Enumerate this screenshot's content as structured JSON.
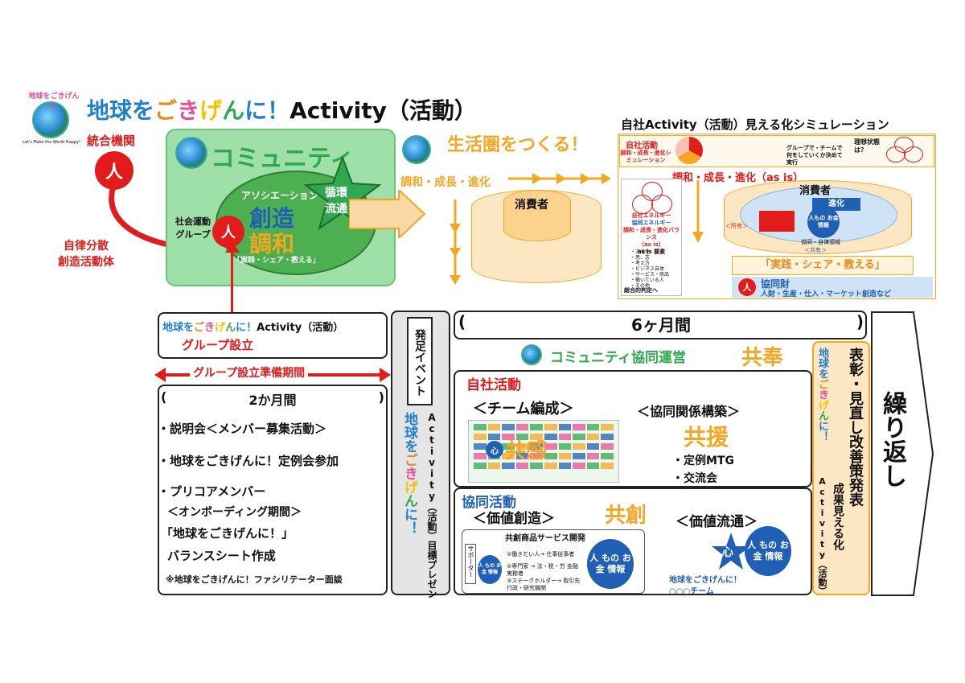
{
  "header": {
    "title_main": "地球をごきげんに！Activity（活動）",
    "title_chars": [
      "地",
      "球",
      "を",
      "ご",
      "き",
      "げ",
      "ん",
      "に",
      "！"
    ],
    "title_colors": [
      "#1f7fd4",
      "#1f7fd4",
      "#1f7fd4",
      "#e88a1a",
      "#e84f9a",
      "#f5c400",
      "#2fa84f",
      "#1f7fd4",
      "#1f7fd4"
    ],
    "title_suffix": "Activity（活動）",
    "logo_caption": "Let's Make the World Happy!",
    "logo_arc": "地球をごきげんに"
  },
  "top_left": {
    "integrated_org": "統合機関",
    "person_glyph": "人",
    "autonomous_line1": "自律分散",
    "autonomous_line2": "創造活動体",
    "community_title": "コミュニティ",
    "association": "アソシエーション",
    "souzou": "創造",
    "chouwa": "調和",
    "practice": "「実践・シェア・教える」",
    "social_group_line1": "社会運動",
    "social_group_line2": "グループ",
    "star_line1": "循環",
    "star_line2": "流通"
  },
  "top_middle": {
    "headline": "生活圏をつくる！",
    "growth": "調和・成長・進化",
    "consumer": "消費者"
  },
  "top_right": {
    "title": "自社Activity（活動）見える化シミュレーション",
    "self_activity": "自社活動",
    "sim_sub": "調和・成長・進化シミュレーション",
    "asis_banner": "調和・成長・進化（as is）",
    "consumer": "消費者",
    "energy": "自社エネルギー",
    "kyodo_energy": "協同エネルギー",
    "balance": "調和・成長・進化バランス",
    "asis": "（as is）",
    "asis_elements": "as is 要素",
    "element_list": [
      "・方向性",
      "・思、志",
      "・考え方",
      "・ビジネス自体",
      "・サービス・商品",
      "・働いている人",
      "・その他"
    ],
    "overall": "総合的判定へ",
    "practice": "「実践・シェア・教える」",
    "kyodo_zai": "協同財",
    "kyodo_zai_sub": "人財・生産・仕入・マーケット創造など",
    "ideal": "理想状態は？",
    "team_decide": "グループで・チームで何をしていくか決めて実行",
    "shinka": "進化",
    "mono": "人もの お金情報",
    "kyoudou_field": "協同・自律領域",
    "kyoyu": "＜共有＞",
    "shoyu": "＜所有＞"
  },
  "group_setup": {
    "line1": "地球をごきげんに！Activity（活動）",
    "line2": "グループ設立",
    "prep_period": "グループ設立準備期間",
    "duration": "2か月間",
    "item1": "・説明会＜メンバー募集活動＞",
    "item2": "・地球をごきげんに！定例会参加",
    "item3": "・プリコアメンバー",
    "onboarding": "＜オンボーディング期間＞",
    "balance_title": "「地球をごきげんに！」",
    "balance_sheet": "バランスシート作成",
    "facilitator": "※地球をごきげんに！ファシリテーター面談"
  },
  "launch": {
    "event": "発足イベント",
    "activity": "Activity（活動）目標プレゼン",
    "earth_vertical": "地球をごきげんに！"
  },
  "six_months": {
    "duration": "6ヶ月間",
    "community_op": "コミュニティ協同運営",
    "kyoho": "共奉",
    "self_activity": "自社活動",
    "team_form": "＜チーム編成＞",
    "kyokan": "共感",
    "kyodo_rel": "＜協同関係構築＞",
    "kyoen": "共援",
    "mtg": "・定例MTG",
    "exchange": "・交流会",
    "kyodo_activity": "協同活動",
    "value_create": "＜価値創造＞",
    "kyoso": "共創",
    "value_flow": "＜価値流通＞",
    "cocreate_dev": "共創商品サービス開発",
    "supporter": "サポーター",
    "row1": "①働きたい人→ 仕事従事者",
    "row2": "②専門家 → 法・税・労 金融実務者",
    "row3": "③ステークホルダー→ 取引先 行政・研究機関",
    "people_things": "人 もの お金 情報",
    "heart": "心",
    "team_label": "地球をごきげんに！",
    "team_name": "○○○チーム"
  },
  "right": {
    "earth_vertical": "地球をごきげんに！",
    "activity_vertical": "Activity（活動）",
    "award": "表彰・見直し改善策発表",
    "results": "成果見える化",
    "repeat": "繰り返し"
  },
  "colors": {
    "red": "#e21b1b",
    "orange": "#f5a623",
    "green": "#2fa84f",
    "blue": "#1f5fb4",
    "community_bg": "#9fe0a8"
  }
}
